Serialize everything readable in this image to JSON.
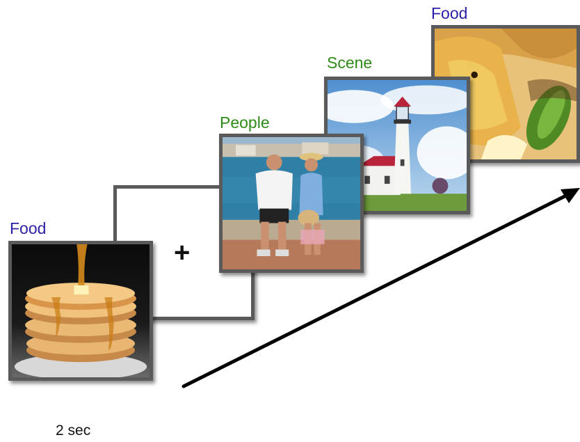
{
  "stimuli": [
    {
      "label": "Food",
      "label_color": "#2a1fa6",
      "image": "pancakes-photo"
    },
    {
      "label": "",
      "image": "fixation-cross"
    },
    {
      "label": "People",
      "label_color": "#2e8b17",
      "image": "couple-by-sea-photo"
    },
    {
      "label": "Scene",
      "label_color": "#2e8b17",
      "image": "lighthouse-photo"
    },
    {
      "label": "Food",
      "label_color": "#2a1fa6",
      "image": "grilled-sandwich-photo"
    }
  ],
  "fixation_symbol": "+",
  "timing_label": "2 sec"
}
